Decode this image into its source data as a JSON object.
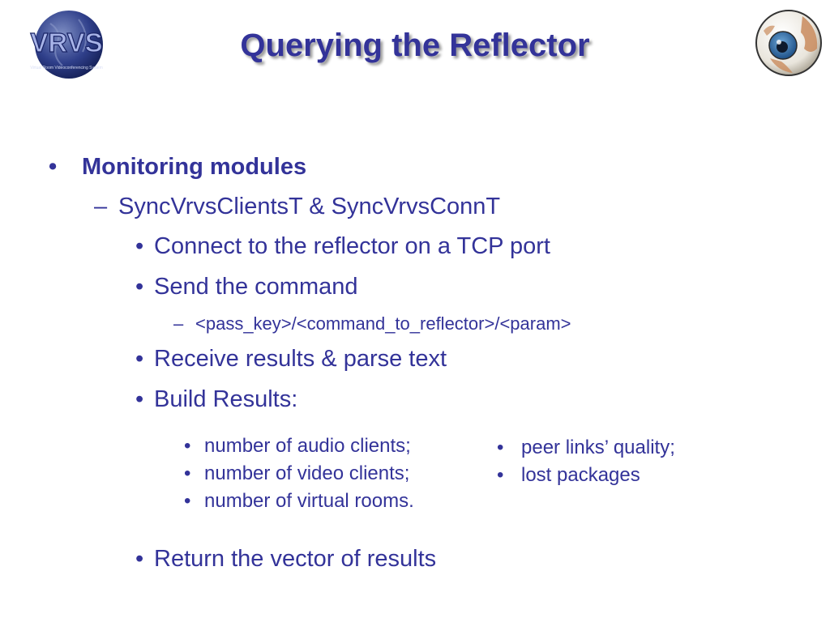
{
  "slide": {
    "title": "Querying the Reflector",
    "logo_left_text": "VRVS",
    "logo_left_subtext": "Virtual Room Videoconferencing System"
  },
  "outline": {
    "level1": {
      "bullet": "•",
      "text": "Monitoring modules"
    },
    "level2": {
      "bullet": "–",
      "text": "SyncVrvsClientsT & SyncVrvsConnT"
    },
    "items": [
      {
        "bullet": "•",
        "text": "Connect to the reflector on a TCP port"
      },
      {
        "bullet": "•",
        "text": "Send the command"
      },
      {
        "bullet": "–",
        "text": "<pass_key>/<command_to_reflector>/<param>"
      },
      {
        "bullet": "•",
        "text": "Receive results & parse text"
      },
      {
        "bullet": "•",
        "text": "Build Results:"
      }
    ],
    "results_left": [
      {
        "bullet": "•",
        "text": "number of audio clients;"
      },
      {
        "bullet": "•",
        "text": "number of video clients;"
      },
      {
        "bullet": "•",
        "text": "number of virtual rooms."
      }
    ],
    "results_right": [
      {
        "bullet": "•",
        "text": "peer links’ quality;"
      },
      {
        "bullet": "•",
        "text": "lost packages"
      }
    ],
    "final": {
      "bullet": "•",
      "text": "Return the vector of results"
    }
  },
  "colors": {
    "text": "#333399",
    "title_shadow": "#9a9a9a",
    "background": "#ffffff"
  },
  "icons": {
    "left": "vrvs-globe-logo",
    "right": "eyeball-globe-logo"
  }
}
